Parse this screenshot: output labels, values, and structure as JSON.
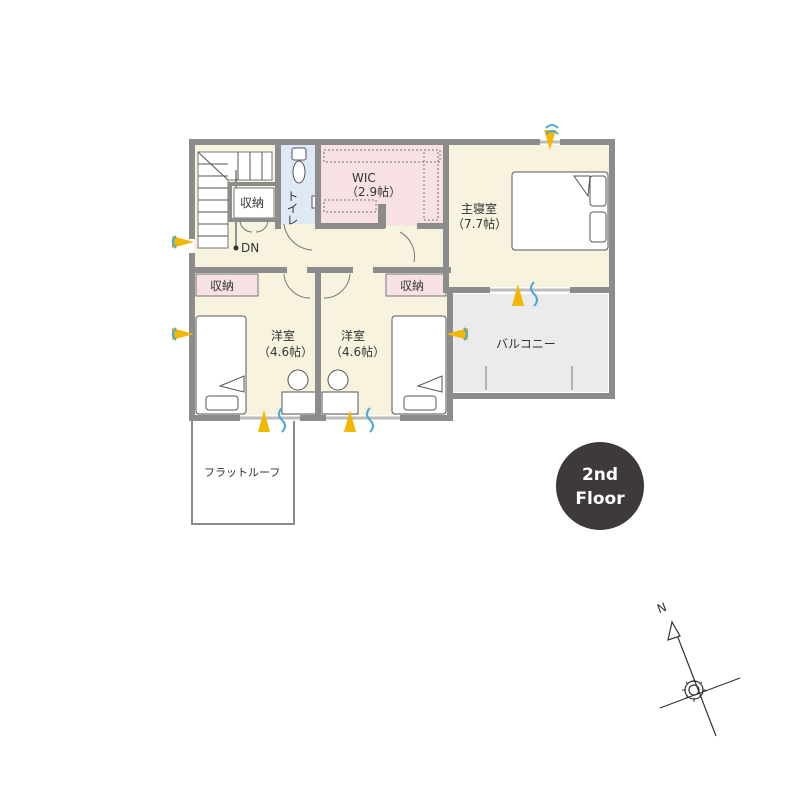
{
  "floor_badge": {
    "line1": "2nd",
    "line2": "Floor"
  },
  "rooms": {
    "master_bedroom": {
      "name": "主寝室",
      "area": "（7.7帖）"
    },
    "wic": {
      "name": "WIC",
      "area": "（2.9帖）"
    },
    "toilet": {
      "name": "トイレ"
    },
    "western_left": {
      "name": "洋室",
      "area": "（4.6帖）"
    },
    "western_right": {
      "name": "洋室",
      "area": "（4.6帖）"
    },
    "balcony": {
      "name": "バルコニー"
    },
    "flat_roof": {
      "name": "フラットルーフ"
    }
  },
  "storage": {
    "hall": "収納",
    "left": "収納",
    "right": "収納"
  },
  "stairs": {
    "label": "DN"
  },
  "compass": {
    "north": "N"
  },
  "colors": {
    "wall": "#8c8c8c",
    "floor_beige": "#f7f3df",
    "wic_pink": "#f7e1e3",
    "toilet_blue": "#dfe9f5",
    "balcony_gray": "#ebebeb",
    "badge_dark": "#3e3a39",
    "window_yellow": "#f2b705",
    "window_blue": "#4aa8d8"
  }
}
